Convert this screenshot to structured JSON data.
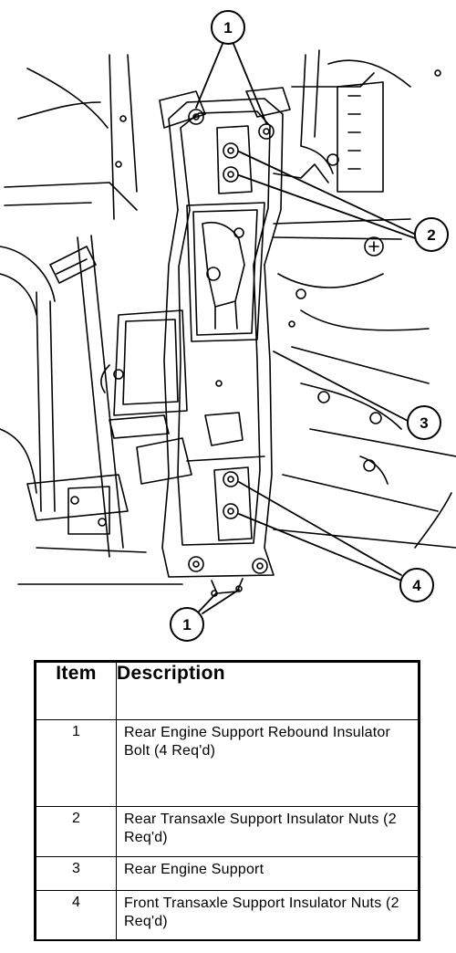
{
  "callouts": [
    {
      "label": "1",
      "target": "rear engine support rebound insulator bolts (top)"
    },
    {
      "label": "2",
      "target": "rear transaxle support insulator nuts"
    },
    {
      "label": "3",
      "target": "rear engine support"
    },
    {
      "label": "4",
      "target": "front transaxle support insulator nuts"
    },
    {
      "label": "1",
      "target": "rear engine support rebound insulator bolts (bottom)"
    }
  ],
  "legend": {
    "header_item": "Item",
    "header_description": "Description",
    "rows": [
      {
        "item": "1",
        "description": "Rear Engine Support Rebound Insulator Bolt (4 Req'd)"
      },
      {
        "item": "2",
        "description": "Rear Transaxle Support Insulator Nuts (2 Req'd)"
      },
      {
        "item": "3",
        "description": "Rear Engine Support"
      },
      {
        "item": "4",
        "description": "Front Transaxle Support Insulator Nuts (2 Req'd)"
      }
    ]
  },
  "colors": {
    "ink": "#000000",
    "paper": "#ffffff"
  }
}
